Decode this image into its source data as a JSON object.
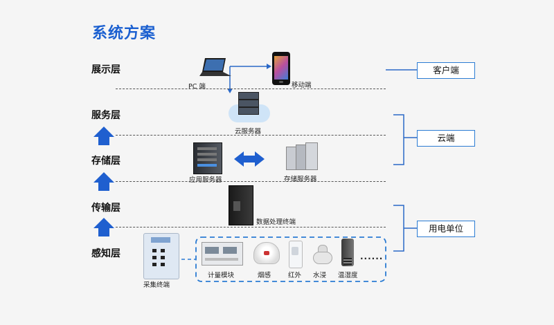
{
  "title": "系统方案",
  "layers": [
    "展示层",
    "服务层",
    "存储层",
    "传输层",
    "感知层"
  ],
  "devices": {
    "pc": "PC 端",
    "mobile": "移动端",
    "cloud_server": "云服务器",
    "app_server": "应用服务器",
    "storage_server": "存储服务器",
    "data_terminal": "数据处理终端",
    "collect_terminal": "采集终端"
  },
  "sensors": [
    "计量模块",
    "烟感",
    "红外",
    "水浸",
    "温湿度"
  ],
  "sensor_more": "......",
  "right_labels": [
    "客户端",
    "云端",
    "用电单位"
  ]
}
